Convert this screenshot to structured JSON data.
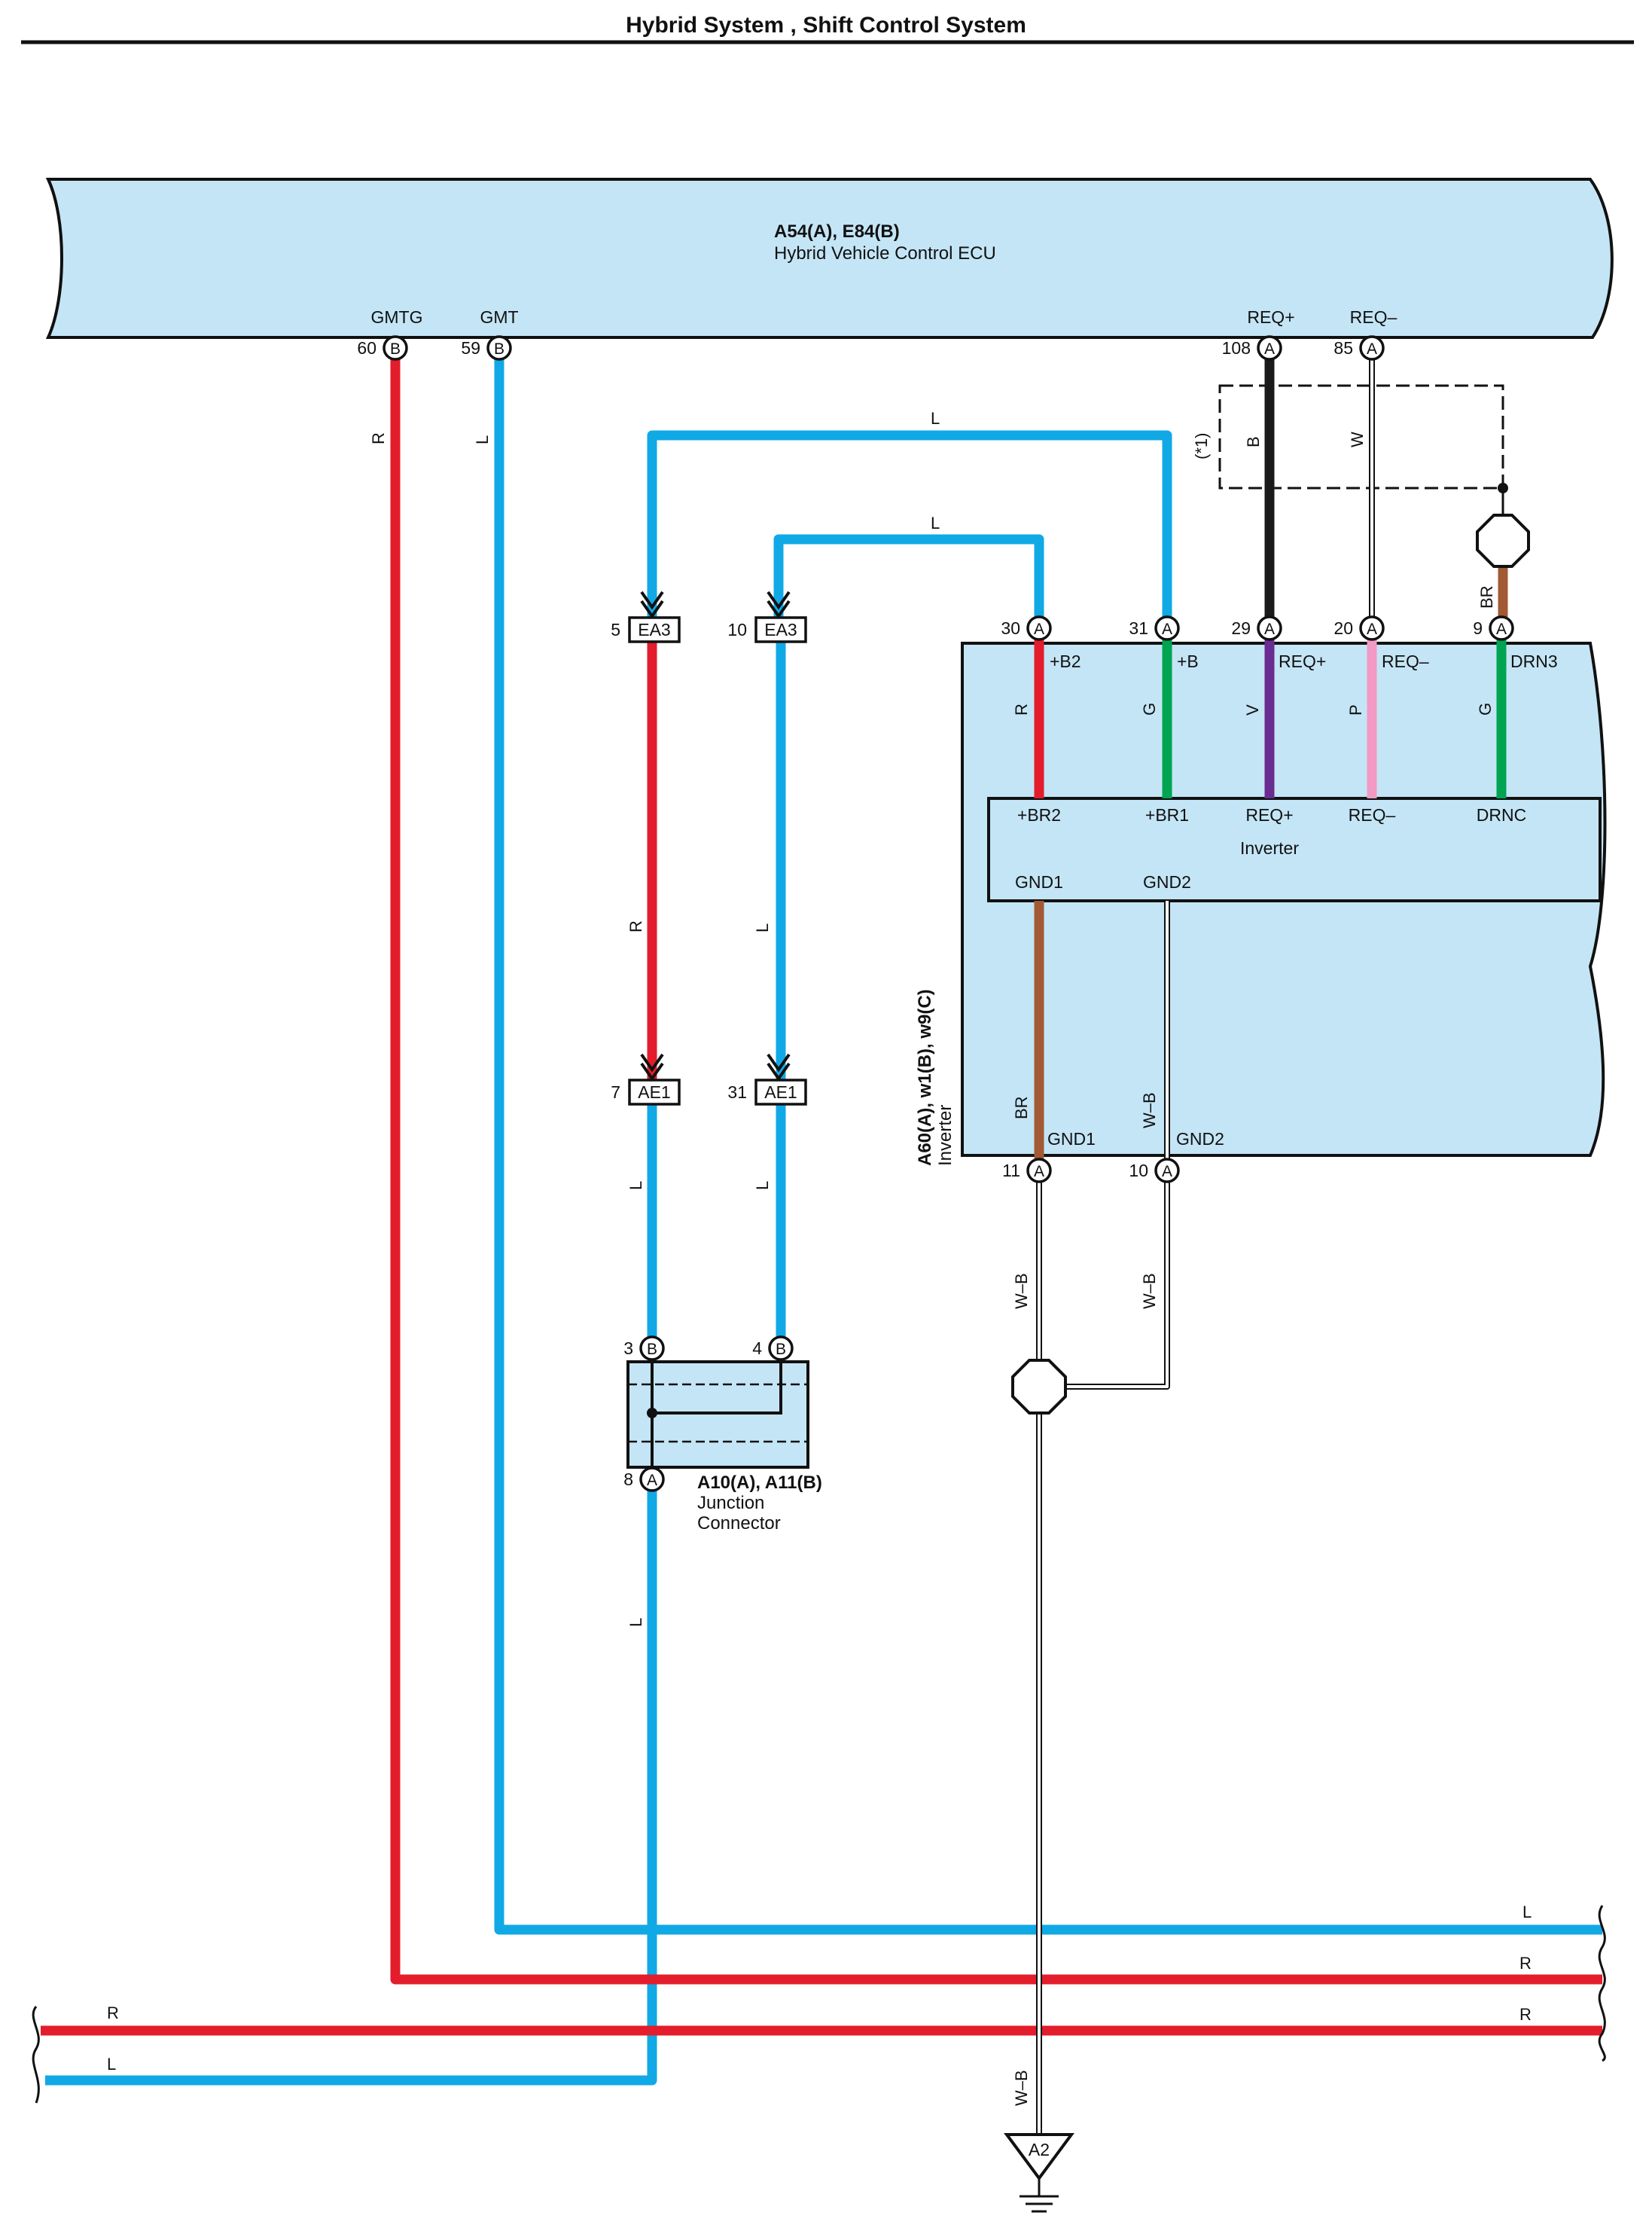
{
  "title": "Hybrid System , Shift Control System",
  "colors": {
    "red": "#e31d2b",
    "blue": "#10a9e6",
    "green": "#00a451",
    "black": "#1a1a1a",
    "purple": "#6a2c91",
    "pink": "#f39ac4",
    "brown": "#a15a33",
    "component_fill": "#c4e5f6"
  },
  "components": {
    "ecu": {
      "code": "A54(A), E84(B)",
      "name": "Hybrid Vehicle Control ECU",
      "pins": {
        "gmtg": {
          "label": "GMTG",
          "num": "60",
          "conn": "B"
        },
        "gmt": {
          "label": "GMT",
          "num": "59",
          "conn": "B"
        },
        "reqp": {
          "label": "REQ+",
          "num": "108",
          "conn": "A"
        },
        "reqm": {
          "label": "REQ–",
          "num": "85",
          "conn": "A"
        }
      }
    },
    "inverter": {
      "code": "A60(A), w1(B), w9(C)",
      "name": "Inverter",
      "inner_name": "Inverter",
      "top_pins": {
        "b2": {
          "num": "30",
          "conn": "A",
          "label": "+B2",
          "inner": "+BR2",
          "wire": "R"
        },
        "b1": {
          "num": "31",
          "conn": "A",
          "label": "+B",
          "inner": "+BR1",
          "wire": "G"
        },
        "reqp": {
          "num": "29",
          "conn": "A",
          "label": "REQ+",
          "inner": "REQ+",
          "wire": "V"
        },
        "reqm": {
          "num": "20",
          "conn": "A",
          "label": "REQ–",
          "inner": "REQ–",
          "wire": "P"
        },
        "drn": {
          "num": "9",
          "conn": "A",
          "label": "DRN3",
          "inner": "DRNC",
          "wire": "G"
        }
      },
      "gnd": {
        "gnd1": {
          "inner": "GND1",
          "label": "GND1",
          "num": "11",
          "conn": "A",
          "wire": "BR"
        },
        "gnd2": {
          "inner": "GND2",
          "label": "GND2",
          "num": "10",
          "conn": "A",
          "wire": "W–B"
        }
      }
    },
    "junction": {
      "code": "A10(A), A11(B)",
      "name_line1": "Junction",
      "name_line2": "Connector",
      "pin3": {
        "num": "3",
        "conn": "B"
      },
      "pin4": {
        "num": "4",
        "conn": "B"
      },
      "pin8": {
        "num": "8",
        "conn": "A"
      }
    }
  },
  "connectors": {
    "ea3_5": {
      "num": "5",
      "label": "EA3"
    },
    "ea3_10": {
      "num": "10",
      "label": "EA3"
    },
    "ae1_7": {
      "num": "7",
      "label": "AE1"
    },
    "ae1_31": {
      "num": "31",
      "label": "AE1"
    }
  },
  "wire_labels": {
    "gmtg": "R",
    "gmt": "L",
    "top_loop": "L",
    "mid_loop": "L",
    "reqp": "B",
    "reqm": "W",
    "shield_note": "(*1)",
    "drain": "BR",
    "ea3_5_down": "R",
    "ea3_10_down": "L",
    "ae1_7_down": "L",
    "ae1_31_down": "L",
    "junction_down": "L",
    "gnd1_down": "W–B",
    "gnd2_down": "W–B",
    "ground_wire": "W–B",
    "bus_top_l": "L",
    "bus_r1": "R",
    "bus_r2": "R",
    "left_r": "R",
    "left_l": "L"
  },
  "ground": {
    "label": "A2"
  }
}
